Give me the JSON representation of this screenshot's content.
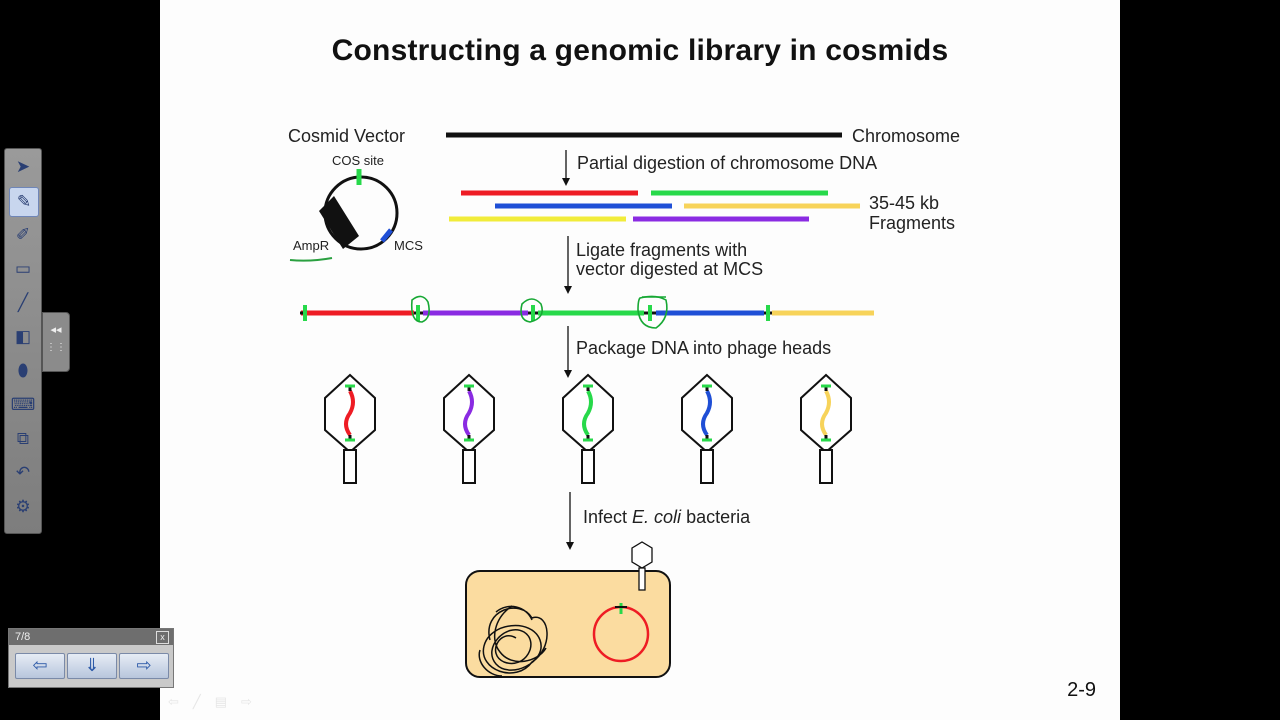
{
  "slide": {
    "title": "Constructing a genomic library in cosmids",
    "page_number": "2-9",
    "labels": {
      "cosmid_vector": "Cosmid Vector",
      "chromosome": "Chromosome",
      "cos_site": "COS site",
      "ampr": "AmpR",
      "mcs": "MCS",
      "step1": "Partial digestion of chromosome DNA",
      "fragments_size": "35-45 kb",
      "fragments": "Fragments",
      "step2_line1": "Ligate fragments with",
      "step2_line2": "vector digested at MCS",
      "step3": "Package DNA into phage heads",
      "step4_prefix": "Infect ",
      "step4_italic": "E. coli",
      "step4_suffix": " bacteria"
    },
    "colors": {
      "red": "#ee1c24",
      "green": "#27d94a",
      "blue": "#1f4fd6",
      "yellow": "#f7d35a",
      "purple": "#8a2be2",
      "cell_fill": "#fbdca0",
      "slide_bg": "#fdfdfd"
    },
    "phage_insert_colors": [
      "red",
      "purple",
      "green",
      "blue",
      "yellow"
    ]
  },
  "toolbar": {
    "tools": [
      {
        "name": "select-arrow-icon",
        "glyph": "➤"
      },
      {
        "name": "pen-icon",
        "glyph": "✎"
      },
      {
        "name": "highlighter-icon",
        "glyph": "✐"
      },
      {
        "name": "eraser-icon",
        "glyph": "▭"
      },
      {
        "name": "line-icon",
        "glyph": "╱"
      },
      {
        "name": "shapes-icon",
        "glyph": "◧"
      },
      {
        "name": "fill-icon",
        "glyph": "⬮"
      },
      {
        "name": "keyboard-icon",
        "glyph": "⌨"
      },
      {
        "name": "capture-icon",
        "glyph": "⧉"
      },
      {
        "name": "undo-icon",
        "glyph": "↶"
      },
      {
        "name": "settings-icon",
        "glyph": "⚙"
      }
    ],
    "collapse_glyph": "◂◂"
  },
  "nav": {
    "page_indicator": "7/8",
    "close_glyph": "x",
    "prev_glyph": "⇦",
    "menu_glyph": "⇓",
    "next_glyph": "⇨"
  }
}
